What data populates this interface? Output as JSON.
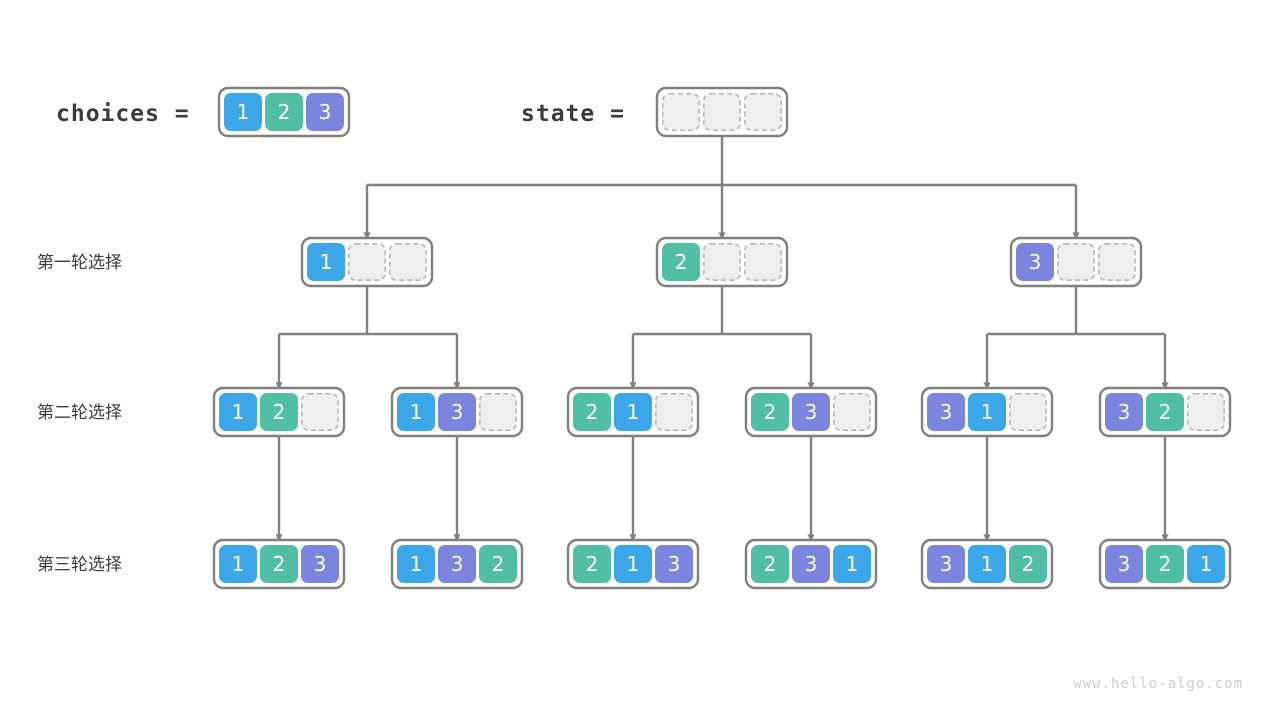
{
  "meta": {
    "watermark": "www.hello-algo.com",
    "background": "#ffffff",
    "line_color": "#808080",
    "text_color": "#3b3b3b"
  },
  "palette": {
    "1": "#3ba7e8",
    "2": "#50bfa5",
    "3": "#7b85dd",
    "empty_fill": "#efefef",
    "empty_stroke": "#b9b9b9",
    "box_stroke": "#808080"
  },
  "header": {
    "choices_label": "choices =",
    "choices_values": [
      "1",
      "2",
      "3"
    ],
    "state_label": "state =",
    "state_values": [
      "",
      "",
      ""
    ]
  },
  "row_labels": [
    "第一轮选择",
    "第二轮选择",
    "第三轮选择"
  ],
  "tree": {
    "level1": [
      {
        "values": [
          "1",
          "",
          ""
        ]
      },
      {
        "values": [
          "2",
          "",
          ""
        ]
      },
      {
        "values": [
          "3",
          "",
          ""
        ]
      }
    ],
    "level2": [
      {
        "values": [
          "1",
          "2",
          ""
        ]
      },
      {
        "values": [
          "1",
          "3",
          ""
        ]
      },
      {
        "values": [
          "2",
          "1",
          ""
        ]
      },
      {
        "values": [
          "2",
          "3",
          ""
        ]
      },
      {
        "values": [
          "3",
          "1",
          ""
        ]
      },
      {
        "values": [
          "3",
          "2",
          ""
        ]
      }
    ],
    "level3": [
      {
        "values": [
          "1",
          "2",
          "3"
        ]
      },
      {
        "values": [
          "1",
          "3",
          "2"
        ]
      },
      {
        "values": [
          "2",
          "1",
          "3"
        ]
      },
      {
        "values": [
          "2",
          "3",
          "1"
        ]
      },
      {
        "values": [
          "3",
          "1",
          "2"
        ]
      },
      {
        "values": [
          "3",
          "2",
          "1"
        ]
      }
    ]
  }
}
